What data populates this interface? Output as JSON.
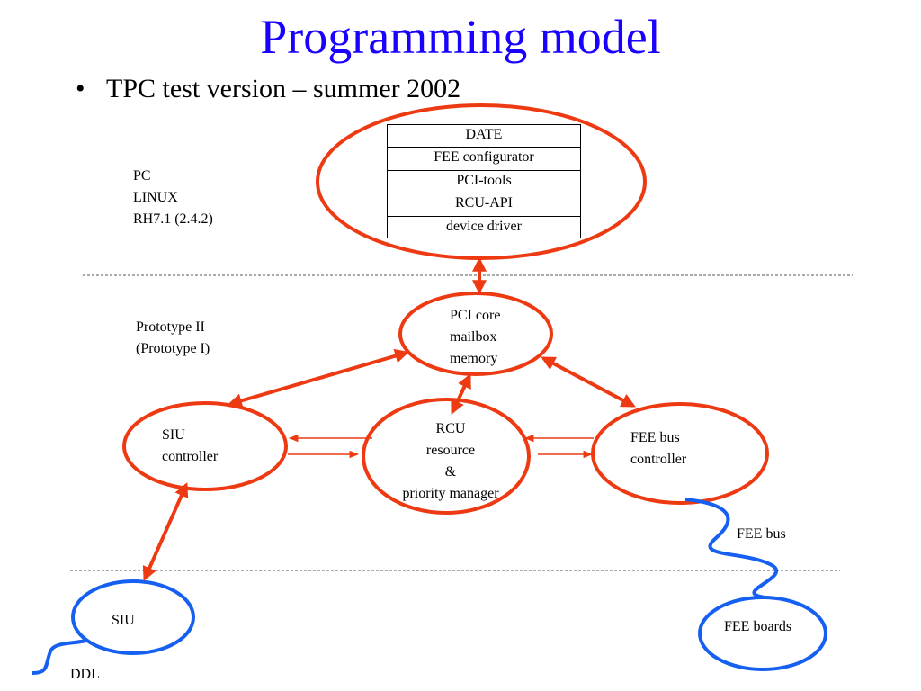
{
  "title": "Programming model",
  "bullet": {
    "marker": "•",
    "text": "TPC test version – summer 2002"
  },
  "pc_stack": [
    "DATE",
    "FEE configurator",
    "PCI-tools",
    "RCU-API",
    "device driver"
  ],
  "pc_label": [
    "PC",
    "LINUX",
    "RH7.1 (2.4.2)"
  ],
  "prototype_label": [
    "Prototype II",
    "(Prototype I)"
  ],
  "pci_core": [
    "PCI core",
    "mailbox",
    "memory"
  ],
  "siu_controller": [
    "SIU",
    "controller"
  ],
  "rcu": [
    "RCU",
    "resource",
    "&",
    "priority manager"
  ],
  "fee_bus_controller": [
    "FEE bus",
    "controller"
  ],
  "fee_bus_label": "FEE bus",
  "siu": "SIU",
  "ddl_label": "DDL",
  "fee_boards": "FEE boards",
  "colors": {
    "title": "#1a00ff",
    "red": "#ee3a12",
    "blue": "#1560f0",
    "dashed": "#555555"
  }
}
